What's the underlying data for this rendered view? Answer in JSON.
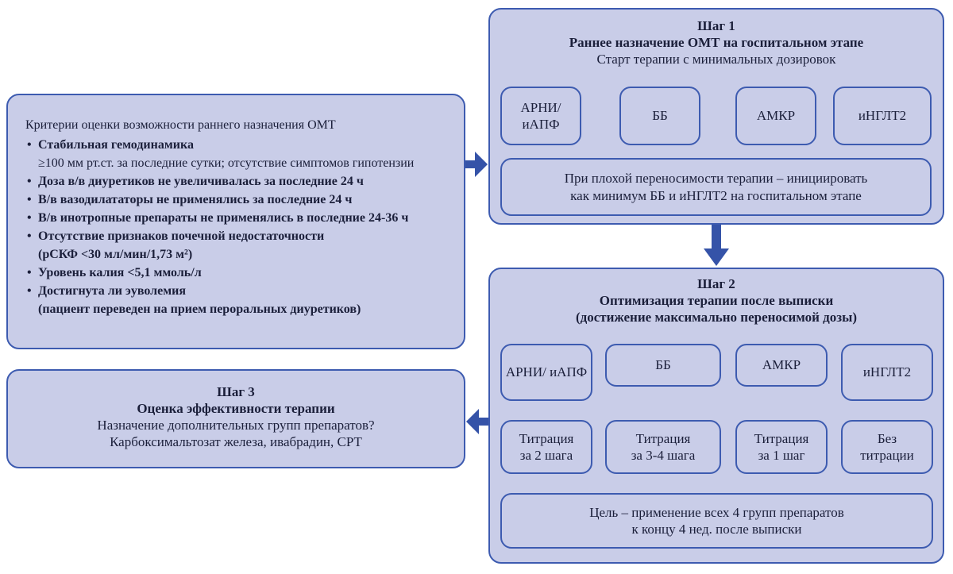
{
  "criteria": {
    "heading": "Критерии оценки возможности раннего назначения ОМТ",
    "items": [
      {
        "title": "Стабильная гемодинамика",
        "note": "≥100 мм рт.ст. за последние сутки; отсутствие симптомов гипотензии"
      },
      {
        "title": "Доза в/в диуретиков не увеличивалась за последние 24 ч"
      },
      {
        "title": "В/в вазодилататоры не применялись за последние 24 ч"
      },
      {
        "title": "В/в инотропные препараты не применялись в последние 24-36 ч"
      },
      {
        "title": "Отсутствие признаков почечной недостаточности",
        "title2": "(рСКФ <30 мл/мин/1,73 м²)"
      },
      {
        "title": "Уровень калия <5,1 ммоль/л"
      },
      {
        "title": "Достигнута ли эуволемия",
        "title2": "(пациент переведен на прием пероральных диуретиков)"
      }
    ]
  },
  "step1": {
    "label": "Шаг 1",
    "title": "Раннее назначение ОМТ на госпитальном этапе",
    "subtitle": "Старт терапии с минимальных дозировок",
    "drugs": [
      "АРНИ/ иАПФ",
      "ББ",
      "АМКР",
      "иНГЛТ2"
    ],
    "note_line1": "При плохой переносимости терапии – инициировать",
    "note_line2": "как минимум ББ и иНГЛТ2 на госпитальном этапе"
  },
  "step2": {
    "label": "Шаг 2",
    "title_line1": "Оптимизация терапии после выписки",
    "title_line2": "(достижение максимально переносимой дозы)",
    "drugs": [
      "АРНИ/ иАПФ",
      "ББ",
      "АМКР",
      "иНГЛТ2"
    ],
    "titrations": [
      {
        "l1": "Титрация",
        "l2": "за 2 шага"
      },
      {
        "l1": "Титрация",
        "l2": "за 3-4 шага"
      },
      {
        "l1": "Титрация",
        "l2": "за 1 шаг"
      },
      {
        "l1": "Без",
        "l2": "титрации"
      }
    ],
    "goal_line1": "Цель – применение всех 4 групп препаратов",
    "goal_line2": "к концу 4 нед. после выписки"
  },
  "step3": {
    "label": "Шаг 3",
    "title": "Оценка эффективности терапии",
    "line1": "Назначение дополнительных групп препаратов?",
    "line2": "Карбоксимальтозат железа, ивабрадин, СРТ"
  },
  "colors": {
    "fill": "#c9cde8",
    "border": "#3d5bb0",
    "arrow": "#3553a8",
    "text": "#1b1f3a"
  }
}
